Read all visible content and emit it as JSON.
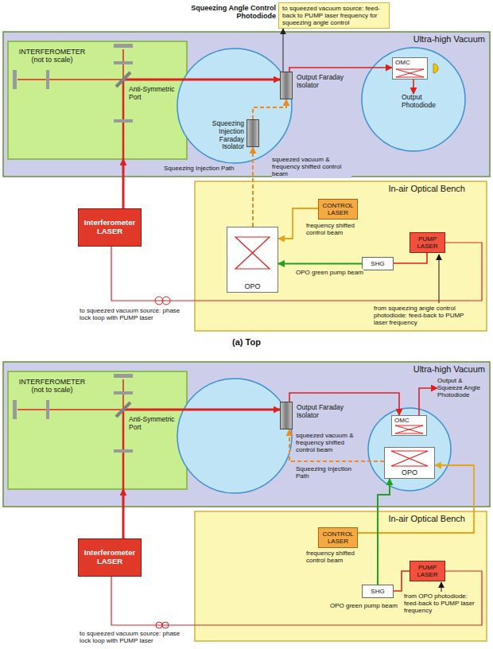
{
  "diagram": {
    "nodes": [
      {
        "text": [
          "Squeezing Angle Control Photodiode",
          "to squeezed vacuum source: feed-back to PUMP laser frequency for squeezing angle control"
        ]
      },
      {
        "text": [
          "Ultra-high Vacuum"
        ]
      },
      {
        "text": [
          "INTERFEROMETER (not to scale)",
          "Anti-Symmetric Port"
        ],
        "in": 1
      },
      {
        "text": [
          "Output Faraday Isolator"
        ],
        "in": 1
      },
      {
        "text": [
          "OMC"
        ],
        "in": 1
      },
      {
        "text": [
          "Output Photodiode"
        ],
        "in": 1
      },
      {
        "text": [
          "Squeezing Injection Faraday Isolator"
        ],
        "in": 1
      },
      {
        "text": [
          "In-air Optical Bench"
        ]
      },
      {
        "text": [
          "CONTROL LASER"
        ],
        "in": 7
      },
      {
        "text": [
          "OPO"
        ],
        "in": 7
      },
      {
        "text": [
          "PUMP LASER"
        ],
        "in": 7
      },
      {
        "text": [
          "SHG"
        ],
        "in": 7
      },
      {
        "text": [
          "Interferometer LASER"
        ]
      },
      {
        "text": [
          "Ultra-high Vacuum"
        ]
      },
      {
        "text": [
          "INTERFEROMETER (not to scale)",
          "Anti-Symmetric Port"
        ],
        "in": 13
      },
      {
        "text": [
          "Output Faraday Isolator"
        ],
        "in": 13
      },
      {
        "text": [
          "OMC"
        ],
        "in": 13
      },
      {
        "text": [
          "Output & Squeeze Angle Photodiode"
        ],
        "in": 13
      },
      {
        "text": [
          "OPO"
        ],
        "in": 13
      },
      {
        "text": [
          "In-air Optical Bench"
        ]
      },
      {
        "text": [
          "CONTROL LASER"
        ],
        "in": 19
      },
      {
        "text": [
          "SHG"
        ],
        "in": 19
      },
      {
        "text": [
          "PUMP LASER"
        ],
        "in": 19
      },
      {
        "text": [
          "Interferometer LASER"
        ]
      }
    ],
    "edges": [
      {
        "from": 12,
        "to": 2,
        "arrow": "to"
      },
      {
        "from": 2,
        "to": 3,
        "arrow": "to"
      },
      {
        "from": 3,
        "to": 4,
        "arrow": "to"
      },
      {
        "from": 3,
        "to": 0,
        "arrow": "to"
      },
      {
        "from": 4,
        "to": 5,
        "arrow": "to"
      },
      {
        "from": 6,
        "to": 3,
        "arrow": "to"
      },
      {
        "from": 9,
        "to": 6,
        "arrow": "to",
        "label": "squeezed vacuum & frequency shifted control beam"
      },
      {
        "from": 8,
        "to": 9,
        "arrow": "to",
        "label": "frequency shifted control beam"
      },
      {
        "from": 11,
        "to": 9,
        "arrow": "to",
        "label": "OPO green pump beam"
      },
      {
        "from": 10,
        "to": 11,
        "arrow": "none"
      },
      {
        "from": 12,
        "to": 10,
        "arrow": "none",
        "label": "to squeezed vacuum source: phase lock loop with PUMP laser"
      },
      {
        "from": 23,
        "to": 14,
        "arrow": "to"
      },
      {
        "from": 14,
        "to": 15,
        "arrow": "to"
      },
      {
        "from": 15,
        "to": 16,
        "arrow": "to"
      },
      {
        "from": 16,
        "to": 17,
        "arrow": "to"
      },
      {
        "from": 18,
        "to": 15,
        "arrow": "to",
        "label": "squeezed vacuum & frequency shifted control beam"
      },
      {
        "from": 20,
        "to": 18,
        "arrow": "to",
        "label": "frequency shifted control beam"
      },
      {
        "from": 21,
        "to": 18,
        "arrow": "to",
        "label": "OPO green pump beam"
      },
      {
        "from": 22,
        "to": 21,
        "arrow": "none"
      },
      {
        "from": 23,
        "to": 22,
        "arrow": "none",
        "label": "to squeezed vacuum source: phase lock loop with PUMP laser"
      }
    ],
    "labels": [
      "Squeezing Injection Path",
      "from squeezing angle control photodiode: feed-back to PUMP laser frequency",
      "(a) Top",
      "Squeezing Injection Path",
      "from OPO photodiode: feed-back to PUMP laser frequency"
    ]
  }
}
